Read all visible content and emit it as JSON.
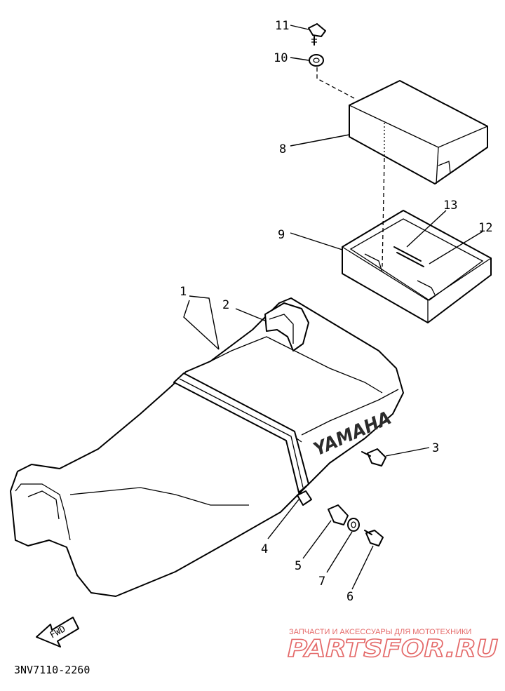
{
  "diagram": {
    "drawing_code": "3NV7110-2260",
    "seat_branding": "YAMAHA",
    "fwd_arrow_label": "FWD",
    "callouts": [
      "1",
      "2",
      "3",
      "4",
      "5",
      "6",
      "7",
      "8",
      "9",
      "10",
      "11",
      "12",
      "13"
    ]
  },
  "watermark": {
    "tagline": "ЗАПЧАСТИ И АКСЕССУАРЫ ДЛЯ МОТОТЕХНИКИ",
    "logo": "PARTSFOR.RU",
    "color": "#e0504f"
  }
}
